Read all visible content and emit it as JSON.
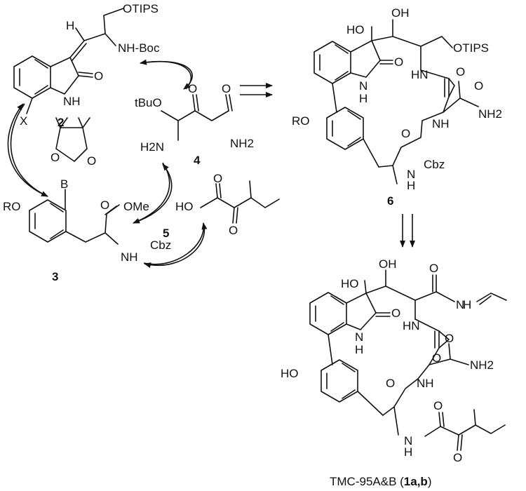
{
  "compound_labels": {
    "c2": "2",
    "c3": "3",
    "c4": "4",
    "c5": "5",
    "c6": "6",
    "final_prefix": "TMC-95A&B (",
    "final_bold": "1a,b",
    "final_suffix": ")"
  },
  "atoms": {
    "otips": "OTIPS",
    "h": "H",
    "nh_boc": "NH-Boc",
    "o": "O",
    "nh": "NH",
    "n": "N",
    "x": "X",
    "b": "B",
    "ro": "RO",
    "ome": "OMe",
    "cbz": "Cbz",
    "tbuo": "tBuO",
    "h2n": "H2N",
    "nh2": "NH2",
    "ho": "HO",
    "oh": "OH",
    "hn": "HN",
    "h_small": "H"
  },
  "colors": {
    "ink": "#111111",
    "background": "#ffffff"
  }
}
